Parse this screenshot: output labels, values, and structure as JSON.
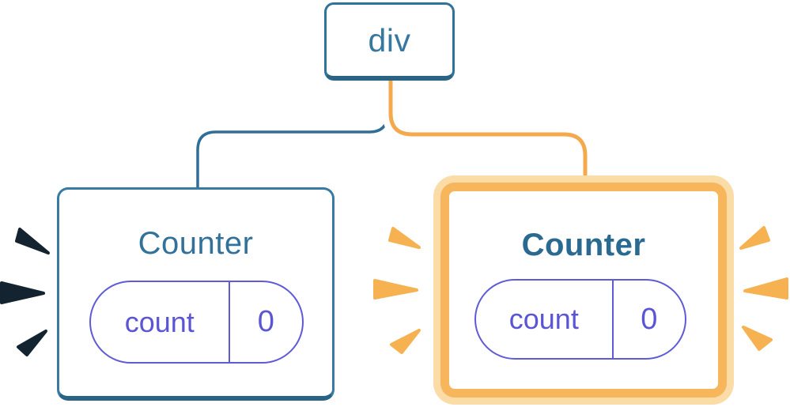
{
  "diagram": {
    "description": "React component tree: a div root with two Counter children; the right Counter is highlighted as updated",
    "root_node": {
      "label": "div"
    },
    "left_card": {
      "title": "Counter",
      "highlighted": false,
      "state_pill": {
        "key": "count",
        "value": "0"
      }
    },
    "right_card": {
      "title": "Counter",
      "highlighted": true,
      "state_pill": {
        "key": "count",
        "value": "0"
      }
    }
  },
  "colors": {
    "background": "#ffffff",
    "node_border_blue": "#2F729C",
    "node_border_bottom_blue": "#2A6484",
    "node_text_blue": "#36789F",
    "left_title_blue": "#32719A",
    "right_title_blue": "#2A6A90",
    "connector_blue": "#306E95",
    "connector_orange": "#F3A94C",
    "connector_casing": "#ffffff",
    "highlight_border_orange": "#F7B55C",
    "highlight_glow_orange": "#FBDCA7",
    "sparkle_orange": "#F6B150",
    "sparkle_dark_navy": "#132430",
    "pill_purple": "#5F5BD7",
    "pill_text_purple": "#5B55D6",
    "card_background": "#ffffff"
  }
}
